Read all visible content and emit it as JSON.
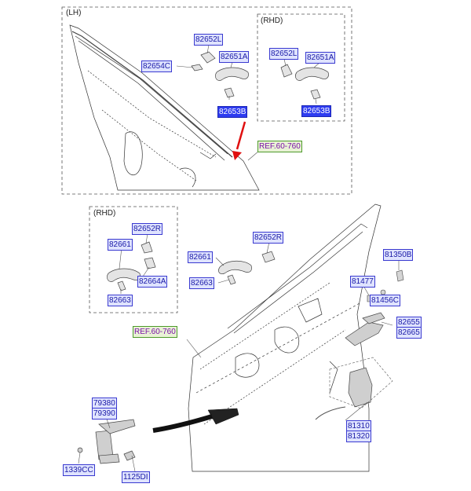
{
  "frames": {
    "lh": "(LH)",
    "rhd_top": "(RHD)",
    "rhd_bottom": "(RHD)"
  },
  "labels": {
    "p82652L_lh": "82652L",
    "p82651A_lh": "82651A",
    "p82654C_lh": "82654C",
    "p82653B_lh": "82653B",
    "p82652L_rhd": "82652L",
    "p82651A_rhd": "82651A",
    "p82653B_rhd": "82653B",
    "ref_top": "REF.60-760",
    "p82652R_rhd": "82652R",
    "p82661_rhd": "82661",
    "p82664A_rhd": "82664A",
    "p82663_rhd": "82663",
    "p82652R_rh": "82652R",
    "p82661_rh": "82661",
    "p82663_rh": "82663",
    "p81350B": "81350B",
    "p81477": "81477",
    "p81456C": "81456C",
    "p82655": "82655",
    "p82665": "82665",
    "ref_bottom": "REF.60-760",
    "p79380": "79380",
    "p79390": "79390",
    "p81310": "81310",
    "p81320": "81320",
    "p1339CC": "1339CC",
    "p1125DI": "1125DI"
  },
  "colors": {
    "label_fill": "#dfe3ff",
    "label_border": "#3a3ad0",
    "label_text": "#1a1aa6",
    "highlight_fill": "#2e3cf0",
    "ref_text": "#7a10a8",
    "ref_border": "#4e9a2a",
    "arrow": "#e01010"
  },
  "icons": [
    "red-arrow-icon",
    "door-handle-icon",
    "door-checker-icon",
    "door-latch-icon",
    "door-hinge-icon"
  ]
}
